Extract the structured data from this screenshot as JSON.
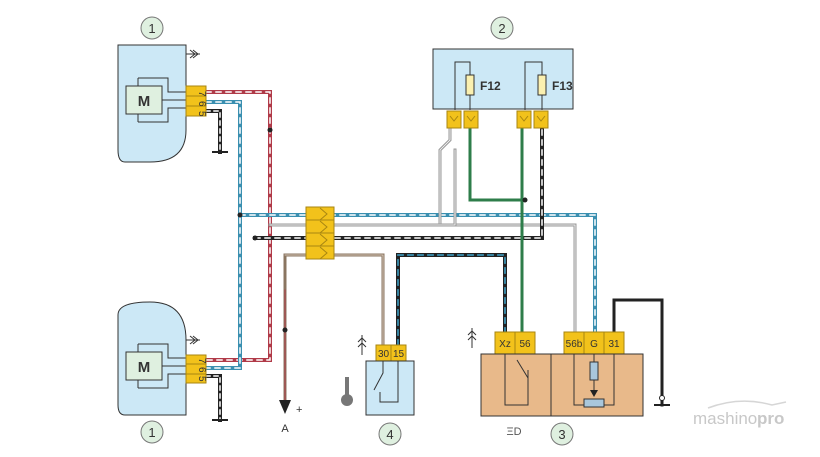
{
  "diagram": {
    "title": "Headlight range control wiring diagram",
    "components": [
      {
        "id": "1",
        "name": "Headlight range actuator (top)",
        "motor_label": "M",
        "pins": [
          "7",
          "6",
          "5"
        ],
        "symbol": "headlight-symbol"
      },
      {
        "id": "2",
        "name": "Fuse box",
        "fuses": [
          "F12",
          "F13"
        ]
      },
      {
        "id": "3",
        "name": "Headlight range control switch",
        "pins": [
          "Xz",
          "56",
          "56b",
          "G",
          "31"
        ],
        "symbol": "low-beam-symbol",
        "symbol_text": "ΞD"
      },
      {
        "id": "4",
        "name": "Ignition switch",
        "pins": [
          "30",
          "15"
        ],
        "symbol": "key-icon"
      },
      {
        "id": "1",
        "name": "Headlight range actuator (bottom)",
        "motor_label": "M",
        "pins": [
          "7",
          "6",
          "5"
        ],
        "symbol": "headlight-symbol"
      }
    ],
    "connector_label": "A",
    "connector_polarity": "+",
    "wire_colors": {
      "red_white": "#b03a48",
      "blue_white": "#3a8fb0",
      "black_white": "#222222",
      "grey": "#9a9a9a",
      "green": "#2e7d4a",
      "brown": "#8a7560",
      "black": "#222222"
    },
    "colors": {
      "component_blue": "#cce8f6",
      "pin_yellow": "#f2c21b",
      "switch_tan": "#e8b98a",
      "callout_green": "#dff0e0"
    }
  },
  "watermark": {
    "part1": "mashino",
    "part2": "pro"
  }
}
